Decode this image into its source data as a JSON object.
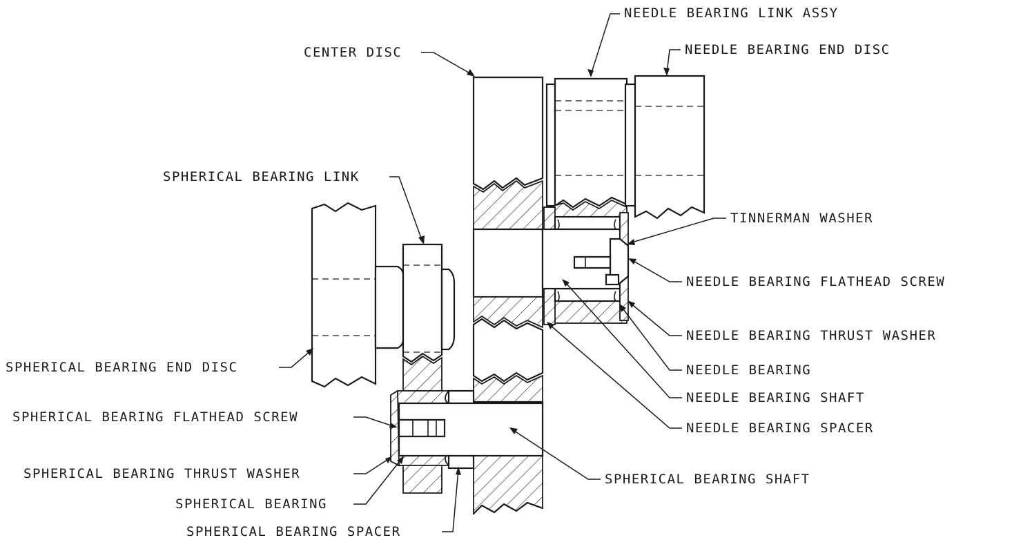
{
  "labels": {
    "needle_bearing_link_assy": "NEEDLE BEARING LINK ASSY",
    "needle_bearing_end_disc": "NEEDLE BEARING END DISC",
    "center_disc": "CENTER DISC",
    "spherical_bearing_link": "SPHERICAL BEARING LINK",
    "tinnerman_washer": "TINNERMAN WASHER",
    "needle_bearing_flathead_screw": "NEEDLE BEARING FLATHEAD SCREW",
    "needle_bearing_thrust_washer": "NEEDLE BEARING THRUST WASHER",
    "needle_bearing": "NEEDLE BEARING",
    "needle_bearing_shaft": "NEEDLE BEARING SHAFT",
    "needle_bearing_spacer": "NEEDLE BEARING SPACER",
    "spherical_bearing_end_disc": "SPHERICAL BEARING END DISC",
    "spherical_bearing_flathead_screw": "SPHERICAL BEARING FLATHEAD SCREW",
    "spherical_bearing_thrust_washer": "SPHERICAL BEARING THRUST WASHER",
    "spherical_bearing": "SPHERICAL BEARING",
    "spherical_bearing_shaft": "SPHERICAL BEARING SHAFT",
    "spherical_bearing_spacer": "SPHERICAL BEARING SPACER"
  },
  "colors": {
    "line": "#1a1a1a",
    "background": "#ffffff"
  }
}
